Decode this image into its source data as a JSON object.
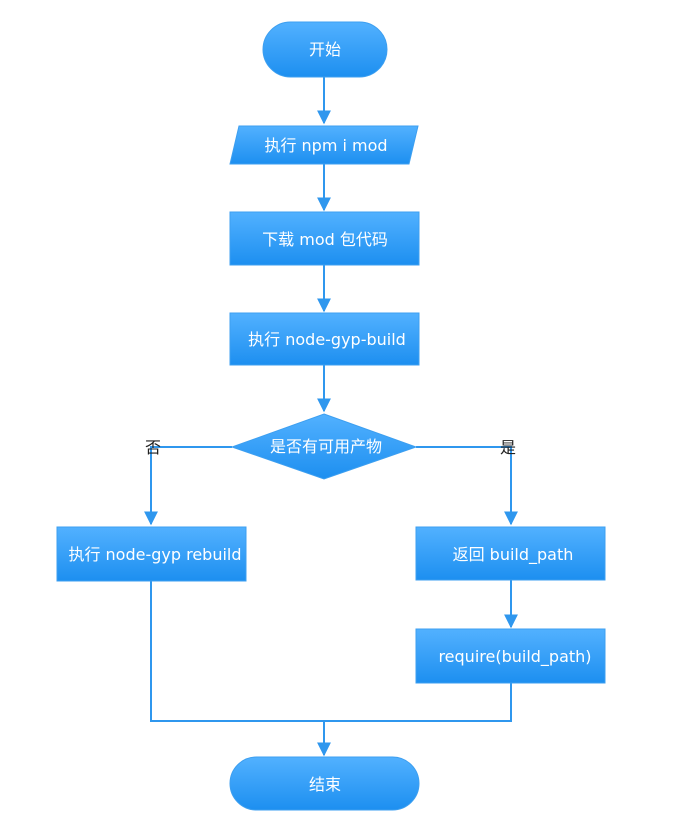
{
  "diagram": {
    "type": "flowchart",
    "colors": {
      "node_fill_top": "#52b1ff",
      "node_fill_bottom": "#1d8ff0",
      "node_stroke": "#3d9ff0",
      "edge": "#2f97ee",
      "node_text": "#ffffff",
      "branch_text": "#222222"
    },
    "nodes": {
      "start": {
        "label": "开始",
        "shape": "terminal"
      },
      "npm_install": {
        "label": "执行 npm i mod",
        "shape": "parallelogram"
      },
      "download": {
        "label": "下载 mod 包代码",
        "shape": "process"
      },
      "gyp_build": {
        "label": "执行 node-gyp-build",
        "shape": "process"
      },
      "has_artifact": {
        "label": "是否有可用产物",
        "shape": "decision"
      },
      "gyp_rebuild": {
        "label": "执行 node-gyp rebuild",
        "shape": "process"
      },
      "return_path": {
        "label": "返回 build_path",
        "shape": "process"
      },
      "require_path": {
        "label": "require(build_path)",
        "shape": "process"
      },
      "end": {
        "label": "结束",
        "shape": "terminal"
      }
    },
    "branches": {
      "no": "否",
      "yes": "是"
    },
    "edges": [
      {
        "from": "start",
        "to": "npm_install"
      },
      {
        "from": "npm_install",
        "to": "download"
      },
      {
        "from": "download",
        "to": "gyp_build"
      },
      {
        "from": "gyp_build",
        "to": "has_artifact"
      },
      {
        "from": "has_artifact",
        "to": "gyp_rebuild",
        "branch": "no"
      },
      {
        "from": "has_artifact",
        "to": "return_path",
        "branch": "yes"
      },
      {
        "from": "return_path",
        "to": "require_path"
      },
      {
        "from": "gyp_rebuild",
        "to": "end"
      },
      {
        "from": "require_path",
        "to": "end"
      }
    ]
  }
}
